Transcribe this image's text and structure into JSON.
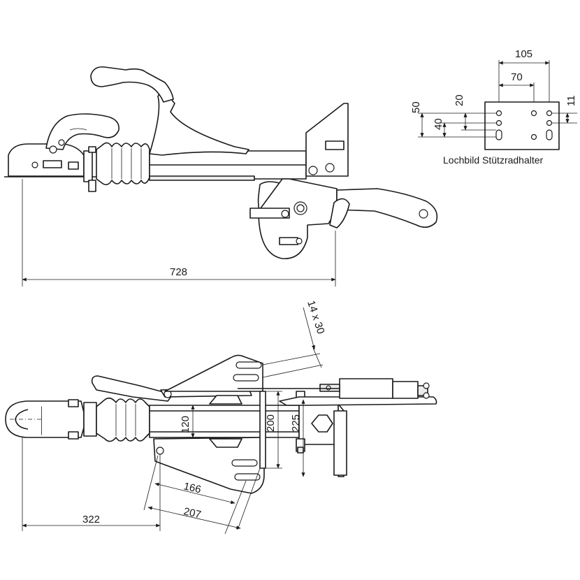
{
  "side_view": {
    "dim_overall_length": "728"
  },
  "hole_pattern": {
    "caption": "Lochbild Stützradhalter",
    "dim_width_outer": "105",
    "dim_width_inner": "70",
    "dim_height_total": "50",
    "dim_height_mid": "40",
    "dim_offset_top": "20",
    "dim_right_offset": "11"
  },
  "top_view": {
    "dim_slot_size": "14 x 30",
    "dim_tube_height": "120",
    "dim_plate_height": "200",
    "dim_bracket_height": "225",
    "dim_hole_spacing_a": "166",
    "dim_hole_spacing_b": "207",
    "dim_front_length": "322"
  }
}
